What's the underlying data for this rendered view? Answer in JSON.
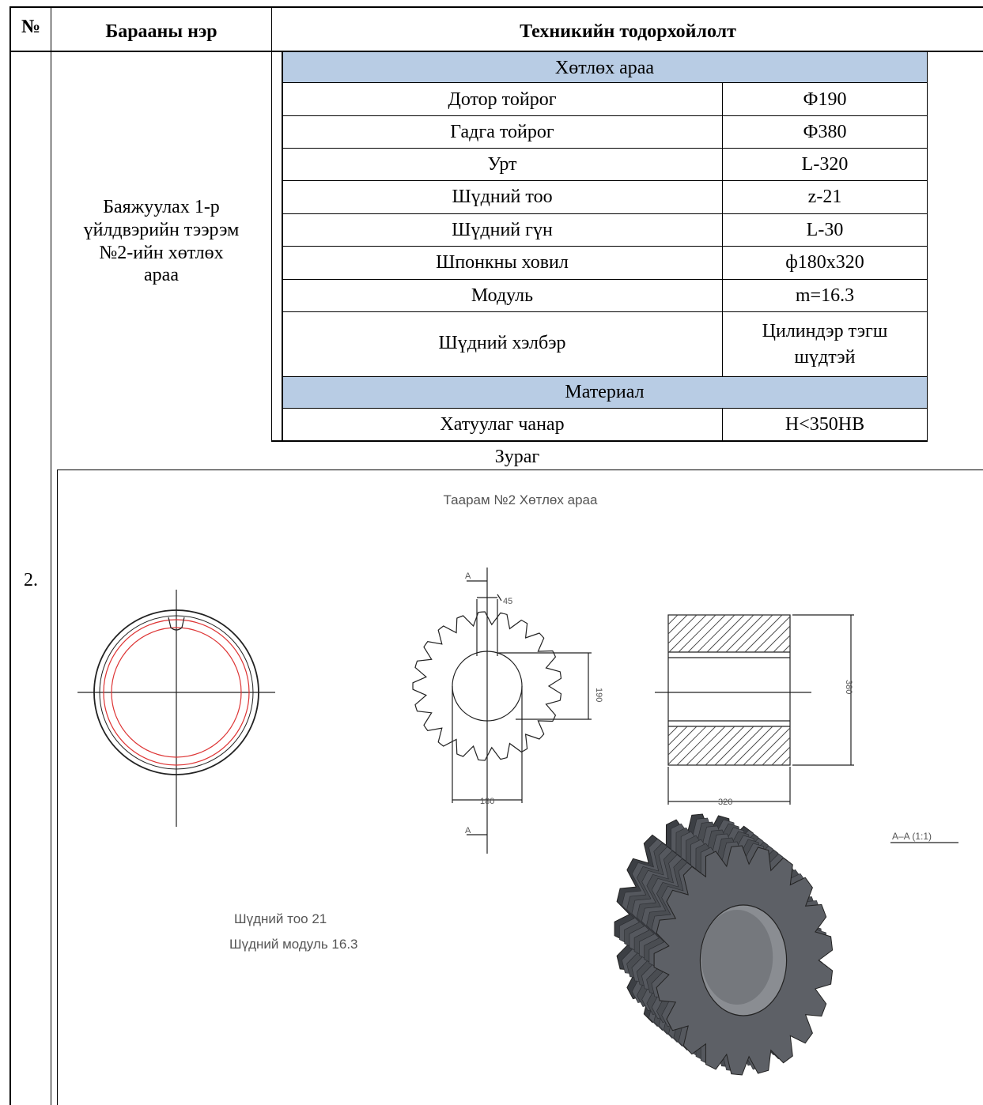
{
  "header": {
    "no_label": "№",
    "product_label": "Барааны нэр",
    "spec_label": "Техникийн тодорхойлолт"
  },
  "row": {
    "number": "2.",
    "product_name": [
      "Баяжуулах 1-р",
      "үйлдвэрийн тээрэм",
      "№2-ийн хөтлөх",
      "араа"
    ]
  },
  "spec": {
    "section1_title": "Хөтлөх араа",
    "items": [
      {
        "name": "Дотор тойрог",
        "value": "Ф190"
      },
      {
        "name": "Гадга тойрог",
        "value": "Ф380"
      },
      {
        "name": "Урт",
        "value": "L-320"
      },
      {
        "name": "Шүдний тоо",
        "value": "z-21"
      },
      {
        "name": "Шүдний гүн",
        "value": "L-30"
      },
      {
        "name": "Шпонкны ховил",
        "value": "ф180х320"
      },
      {
        "name": "Модуль",
        "value": "m=16.3"
      },
      {
        "name": "Шүдний хэлбэр",
        "value": [
          "Цилиндэр тэгш",
          "шүдтэй"
        ]
      }
    ],
    "section2_title": "Материал",
    "material": {
      "name": "Хатуулаг чанар",
      "value": "H<350HB"
    }
  },
  "picture": {
    "label": "Зураг",
    "drawing_title": "Таарам №2 Хөтлөх араа",
    "section_mark": "A",
    "dim_keyway": "45",
    "dim_bore": "190",
    "dim_key": "180",
    "dim_outer": "380",
    "dim_length": "320",
    "section_label": "A–A (1:1)",
    "note_teeth": "Шүдний тоо 21",
    "note_module": "Шүдний модуль 16.3"
  },
  "colors": {
    "band": "#b8cce4",
    "red_circle": "#d33"
  }
}
